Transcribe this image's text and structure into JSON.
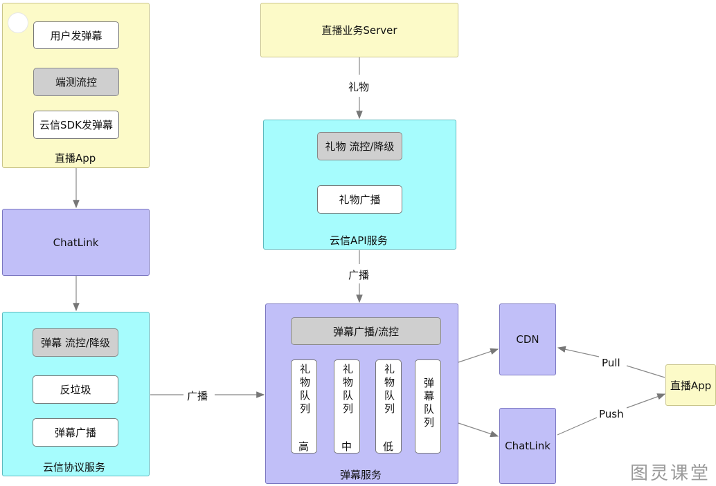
{
  "app_box": {
    "label": "直播App",
    "steps": [
      "用户发弹幕",
      "端测流控",
      "云信SDK发弹幕"
    ]
  },
  "chatlink_left": {
    "label": "ChatLink"
  },
  "protocol_service": {
    "label": "云信协议服务",
    "steps": [
      "弹幕 流控/降级",
      "反垃圾",
      "弹幕广播"
    ]
  },
  "server": {
    "label": "直播业务Server"
  },
  "gift_edge": {
    "label": "礼物"
  },
  "api_service": {
    "label": "云信API服务",
    "steps": [
      "礼物 流控/降级",
      "礼物广播"
    ]
  },
  "broadcast_top_edge": {
    "label": "广播"
  },
  "broadcast_left_edge": {
    "label": "广播"
  },
  "danmu_service": {
    "label": "弹幕服务",
    "header": "弹幕广播/流控",
    "queues": [
      {
        "text": "礼物队列",
        "priority": "高"
      },
      {
        "text": "礼物队列",
        "priority": "中"
      },
      {
        "text": "礼物队列",
        "priority": "低"
      },
      {
        "text": "弹幕队列",
        "priority": ""
      }
    ]
  },
  "cdn": {
    "label": "CDN"
  },
  "chatlink_right": {
    "label": "ChatLink"
  },
  "live_app_right": {
    "label": "直播App"
  },
  "pull_edge": {
    "label": "Pull"
  },
  "push_edge": {
    "label": "Push"
  },
  "watermark": "图灵课堂"
}
